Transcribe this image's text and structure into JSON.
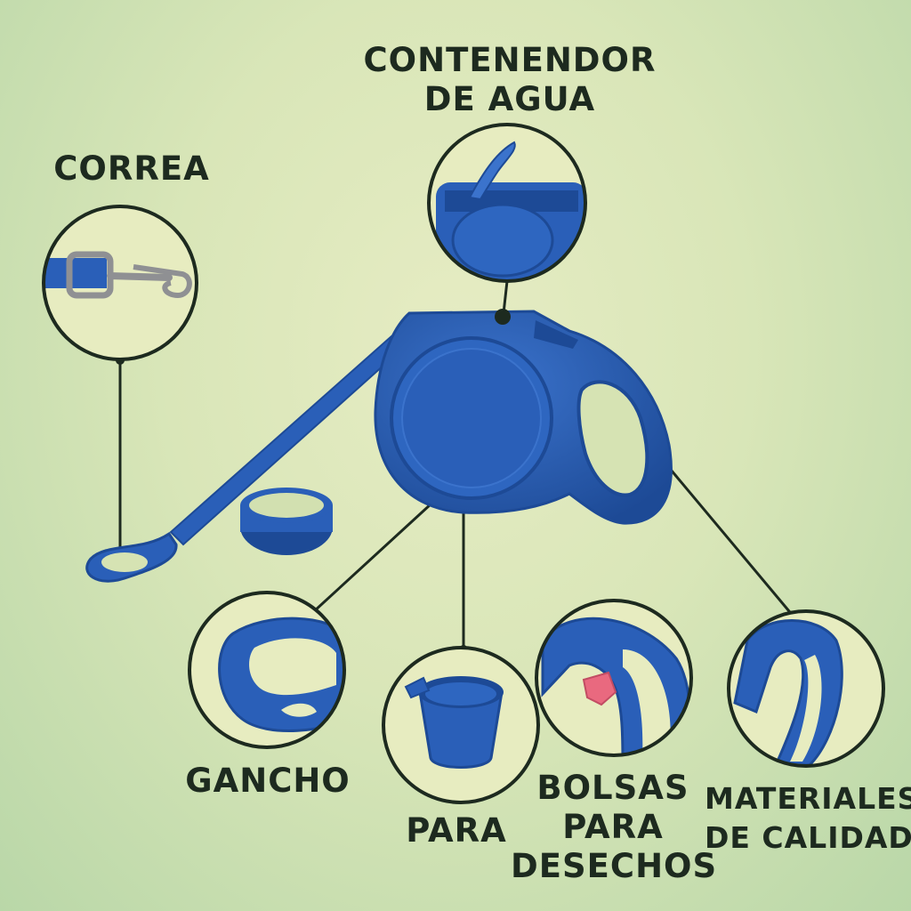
{
  "labels": {
    "contenedor": {
      "line1": "CONTENENDOR",
      "line2": "DE AGUA"
    },
    "correa": {
      "line1": "CORREA"
    },
    "gancho": {
      "line1": "GANCHO"
    },
    "para": {
      "line1": "PARA"
    },
    "bolsas": {
      "line1": "BOLSAS",
      "line2": "PARA",
      "line3": "DESECHOS"
    },
    "materiales": {
      "line1": "MATERIALES",
      "line2": "DE CALIDAD"
    }
  },
  "colors": {
    "product_blue": "#2a5fb8",
    "product_blue_dark": "#1d4a96",
    "product_blue_light": "#3b73cc",
    "callout_fill": "#e7ecc0",
    "outline": "#1d2a1f",
    "bag_pink": "#e9697f",
    "metal": "#8f9093"
  }
}
